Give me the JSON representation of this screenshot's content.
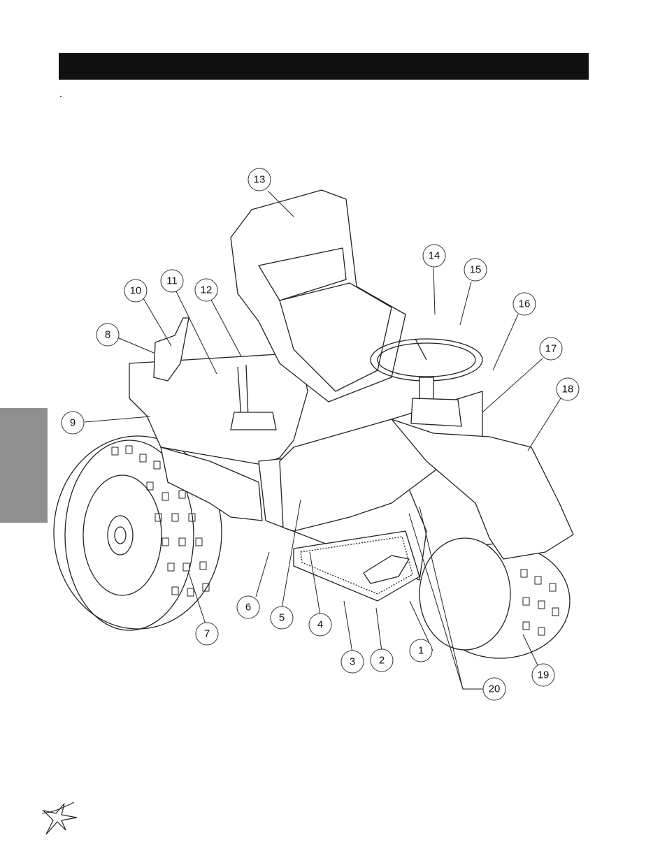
{
  "header": {
    "title": ""
  },
  "callouts": [
    {
      "number": "1"
    },
    {
      "number": "2"
    },
    {
      "number": "3"
    },
    {
      "number": "4"
    },
    {
      "number": "5"
    },
    {
      "number": "6"
    },
    {
      "number": "7"
    },
    {
      "number": "8"
    },
    {
      "number": "9"
    },
    {
      "number": "10"
    },
    {
      "number": "11"
    },
    {
      "number": "12"
    },
    {
      "number": "13"
    },
    {
      "number": "14"
    },
    {
      "number": "15"
    },
    {
      "number": "16"
    },
    {
      "number": "17"
    },
    {
      "number": "18"
    },
    {
      "number": "19"
    },
    {
      "number": "20"
    }
  ],
  "icons": {
    "logo": "star-swoosh-logo-icon"
  }
}
